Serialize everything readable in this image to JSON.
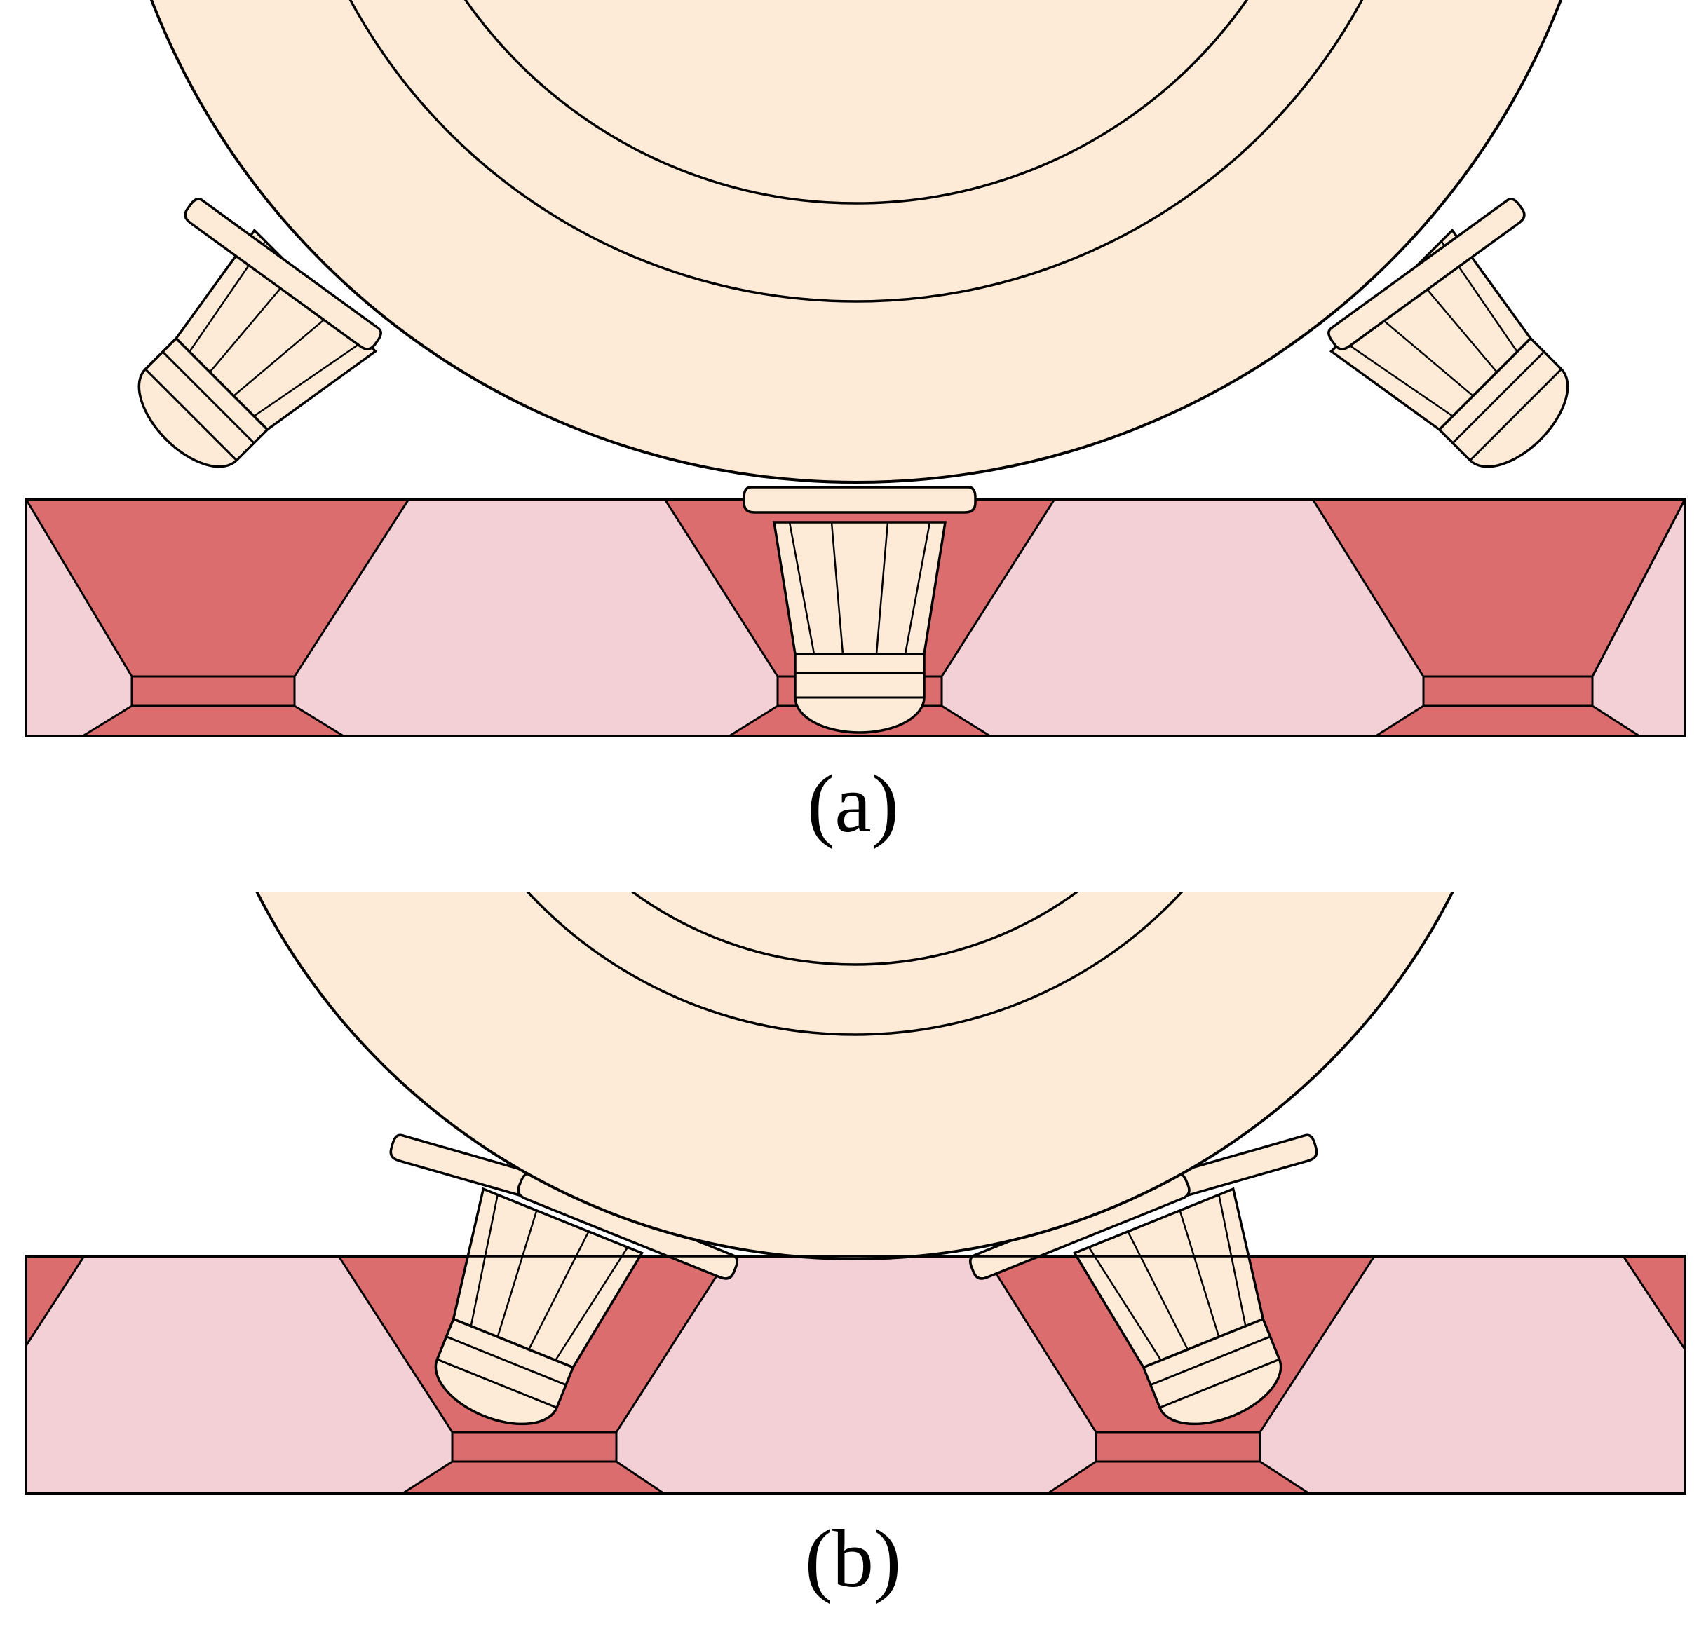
{
  "panels": [
    {
      "id": "a",
      "caption": "(a)"
    },
    {
      "id": "b",
      "caption": "(b)"
    }
  ],
  "colors": {
    "cream": "#fdebd8",
    "strip_light": "#f3d0d6",
    "strip_dark": "#dc6d6e",
    "outline": "#000000"
  }
}
